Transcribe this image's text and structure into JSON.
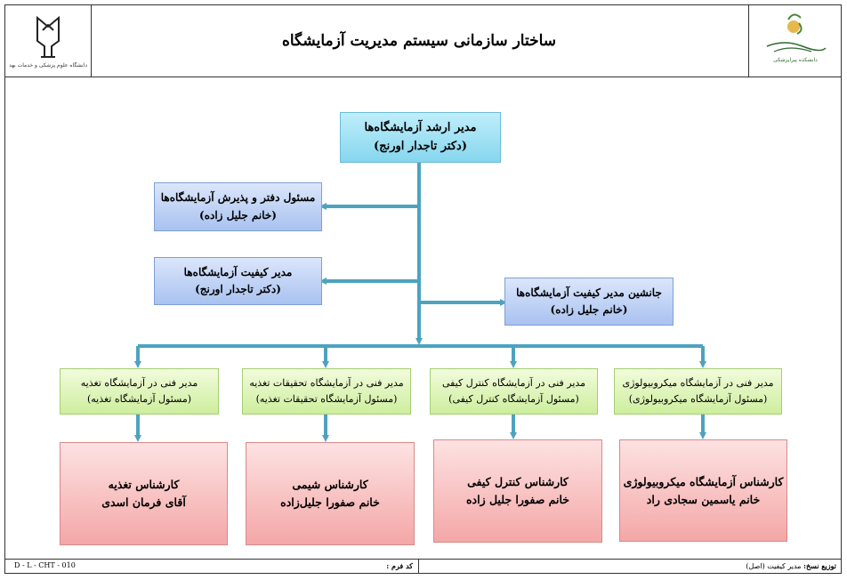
{
  "header": {
    "title": "ساختار سازمانی سیستم مدیریت آزمایشگاه",
    "left_logo_caption": "دانشگاه علوم پزشکی و خدمات بهداشتی درمانی کرمانشاه",
    "right_logo_caption": "دانشکده پیراپزشکی"
  },
  "chart": {
    "top": {
      "role": "مدیر ارشد آزمایشگاه‌ها",
      "person": "(دکتر تاجدار اورنج)"
    },
    "office": {
      "role": "مسئول دفتر و پذیرش آزمایشگاه‌ها",
      "person": "(خانم جلیل زاده)"
    },
    "quality": {
      "role": "مدیر کیفیت آزمایشگاه‌ها",
      "person": "(دکتر تاجدار اورنج)"
    },
    "deputy": {
      "role": "جانشین مدیر کیفیت آزمایشگاه‌ها",
      "person": "(خانم جلیل زاده)"
    },
    "technical": [
      {
        "role": "مدیر فنی در آزمایشگاه تغذیه",
        "detail": "(مسئول آزمایشگاه تغذیه)"
      },
      {
        "role": "مدیر فنی در آزمایشگاه تحقیقات تغذیه",
        "detail": "(مسئول آزمایشگاه تحقیقات تغذیه)"
      },
      {
        "role": "مدیر فنی در آزمایشگاه کنترل کیفی",
        "detail": "(مسئول آزمایشگاه کنترل کیفی)"
      },
      {
        "role": "مدیر فنی در آزمایشگاه میکروبیولوژی",
        "detail": "(مسئول آزمایشگاه میکروبیولوژی)"
      }
    ],
    "experts": [
      {
        "role": "کارشناس تغذیه",
        "person": "آقای فرمان اسدی"
      },
      {
        "role": "کارشناس شیمی",
        "person": "خانم صفورا جلیل‌زاده"
      },
      {
        "role": "کارشناس کنترل کیفی",
        "person": "خانم صفورا جلیل زاده"
      },
      {
        "role": "کارشناس آزمایشگاه میکروبیولوژی",
        "person": "خانم یاسمین سجادی راد"
      }
    ],
    "connector_color": "#4da3bf"
  },
  "footer": {
    "doc_code": "D - L - CHT - 010",
    "form_code_label": "کد فرم :",
    "distribution_label": "توزیع نسخ:",
    "distribution_value": "مدیر کیفیت (اصل)"
  }
}
